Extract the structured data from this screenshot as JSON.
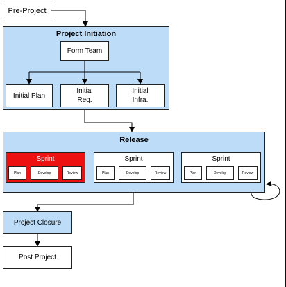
{
  "nodes": {
    "pre_project": "Pre-Project",
    "form_team": "Form Team",
    "initial_plan": "Initial Plan",
    "initial_req": "Initial\nReq.",
    "initial_infra": "Initial\nInfra.",
    "project_closure": "Project Closure",
    "post_project": "Post Project"
  },
  "groups": {
    "project_initiation": "Project Initiation",
    "release": "Release"
  },
  "sprints": [
    {
      "title": "Sprint",
      "highlight": true,
      "steps": [
        "Plan",
        "Develop",
        "Review"
      ]
    },
    {
      "title": "Sprint",
      "highlight": false,
      "steps": [
        "Plan",
        "Develop",
        "Review"
      ]
    },
    {
      "title": "Sprint",
      "highlight": false,
      "steps": [
        "Plan",
        "Develop",
        "Review"
      ]
    }
  ],
  "colors": {
    "group_fill": "#bcdcf8",
    "active_sprint_fill": "#ee1111",
    "node_fill": "#ffffff"
  }
}
